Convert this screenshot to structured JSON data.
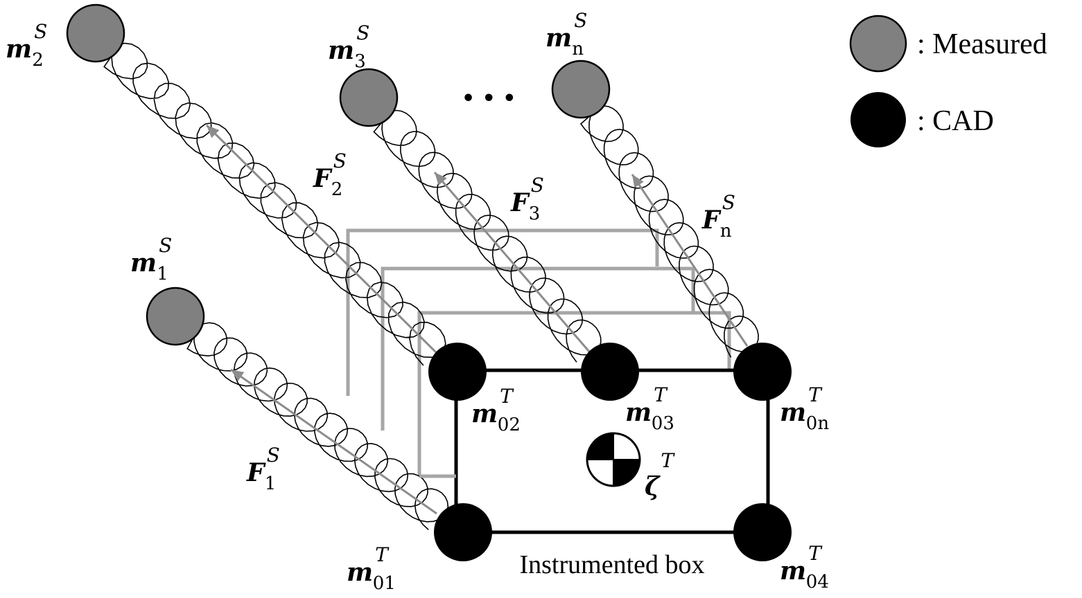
{
  "legend": {
    "measured_label": ": Measured",
    "cad_label": ": CAD",
    "measured_color": "#808080",
    "cad_color": "#000000"
  },
  "colors": {
    "frame_gray": "#a6a6a6",
    "arrow_gray": "#8c8c8c",
    "outline": "#000000"
  },
  "ellipsis": "• • •",
  "box_label": "Instrumented box",
  "measured_markers": [
    {
      "id": "m1",
      "base": "m",
      "sub": "1",
      "sup": "S"
    },
    {
      "id": "m2",
      "base": "m",
      "sub": "2",
      "sup": "S"
    },
    {
      "id": "m3",
      "base": "m",
      "sub": "3",
      "sup": "S"
    },
    {
      "id": "mn",
      "base": "m",
      "sub": "n",
      "sup": "S"
    }
  ],
  "cad_markers": [
    {
      "id": "m01",
      "base": "m",
      "sub": "01",
      "sup": "T"
    },
    {
      "id": "m02",
      "base": "m",
      "sub": "02",
      "sup": "T"
    },
    {
      "id": "m03",
      "base": "m",
      "sub": "03",
      "sup": "T"
    },
    {
      "id": "m0n",
      "base": "m",
      "sub": "0n",
      "sup": "T"
    },
    {
      "id": "m04",
      "base": "m",
      "sub": "04",
      "sup": "T"
    }
  ],
  "forces": [
    {
      "id": "F1",
      "base": "F",
      "sub": "1",
      "sup": "S"
    },
    {
      "id": "F2",
      "base": "F",
      "sub": "2",
      "sup": "S"
    },
    {
      "id": "F3",
      "base": "F",
      "sub": "3",
      "sup": "S"
    },
    {
      "id": "Fn",
      "base": "F",
      "sub": "n",
      "sup": "S"
    }
  ],
  "center_of_mass": {
    "symbol": "ζ",
    "sup": "T"
  }
}
